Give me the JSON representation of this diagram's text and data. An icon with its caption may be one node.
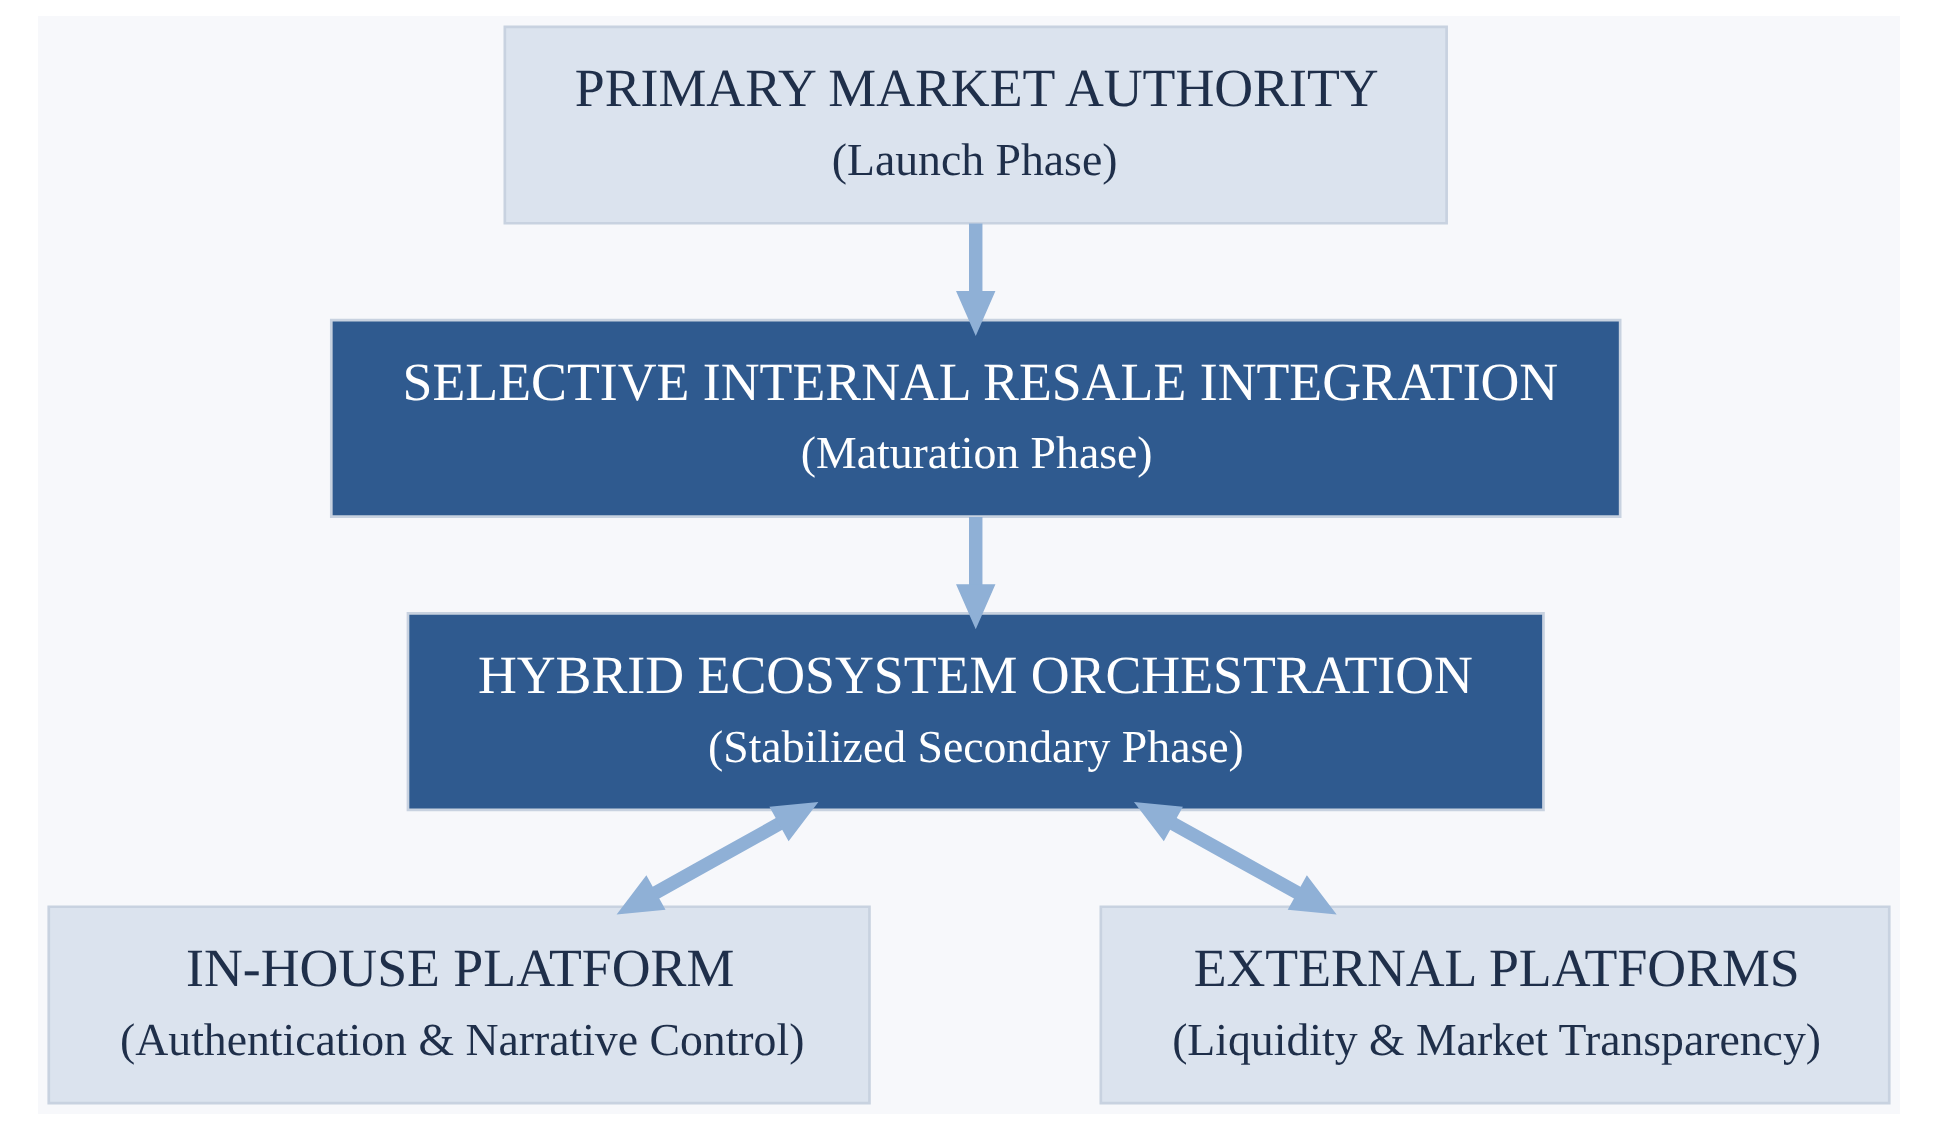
{
  "diagram": {
    "nodes": [
      {
        "text": [
          "PRIMARY MARKET AUTHORITY",
          "(Launch Phase)"
        ]
      },
      {
        "text": [
          "SELECTIVE INTERNAL RESALE INTEGRATION",
          "(Maturation Phase)"
        ]
      },
      {
        "text": [
          "HYBRID ECOSYSTEM ORCHESTRATION",
          "(Stabilized Secondary Phase)"
        ]
      },
      {
        "text": [
          "IN-HOUSE PLATFORM",
          "(Authentication & Narrative Control)"
        ]
      },
      {
        "text": [
          "EXTERNAL PLATFORMS",
          "(Liquidity & Market Transparency)"
        ]
      }
    ],
    "edges": [
      {
        "from": 0,
        "to": 1,
        "arrow": "to"
      },
      {
        "from": 1,
        "to": 2,
        "arrow": "to"
      },
      {
        "from": 2,
        "to": 3,
        "arrow": "both"
      },
      {
        "from": 2,
        "to": 4,
        "arrow": "both"
      }
    ]
  }
}
